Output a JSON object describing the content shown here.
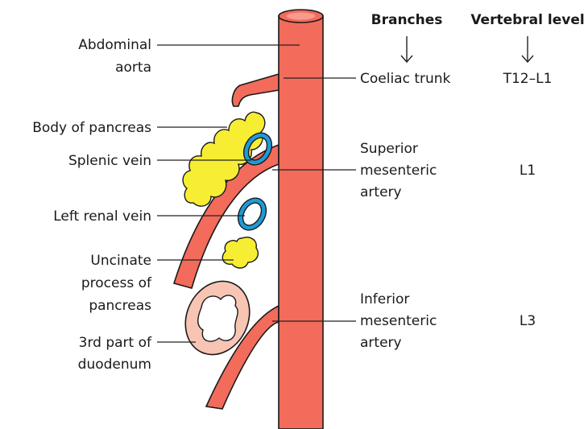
{
  "colors": {
    "artery": "#f26b5b",
    "artery_highlight": "#f79b8e",
    "vein": "#1e9bd7",
    "pancreas": "#f7ee34",
    "duodenum": "#f8c4b4"
  },
  "headers": {
    "branches": "Branches",
    "vertebral_level": "Vertebral level"
  },
  "left_labels": {
    "aorta_line1": "Abdominal",
    "aorta_line2": "aorta",
    "body_of_pancreas": "Body of pancreas",
    "splenic_vein": "Splenic vein",
    "left_renal_vein": "Left renal vein",
    "uncinate_line1": "Uncinate",
    "uncinate_line2": "process of",
    "uncinate_line3": "pancreas",
    "duodenum_line1": "3rd part of",
    "duodenum_line2": "duodenum"
  },
  "branches": {
    "coeliac": "Coeliac trunk",
    "sma_line1": "Superior",
    "sma_line2": "mesenteric",
    "sma_line3": "artery",
    "ima_line1": "Inferior",
    "ima_line2": "mesenteric",
    "ima_line3": "artery"
  },
  "levels": {
    "coeliac": "T12–L1",
    "sma": "L1",
    "ima": "L3"
  }
}
